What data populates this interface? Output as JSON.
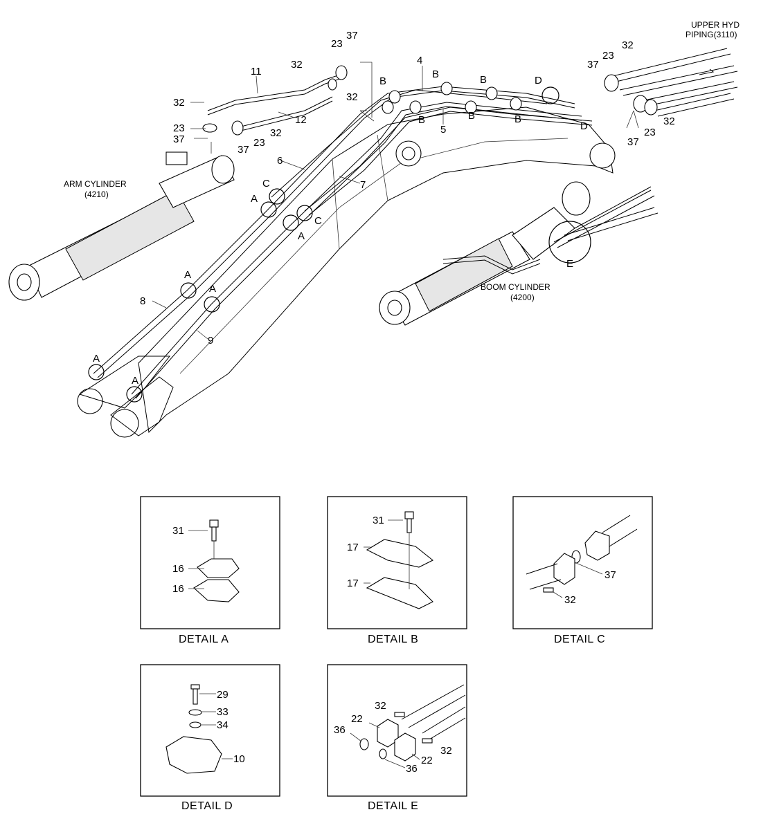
{
  "main_labels": {
    "arm_cylinder_title": "ARM CYLINDER",
    "arm_cylinder_code": "(4210)",
    "boom_cylinder_title": "BOOM CYLINDER",
    "boom_cylinder_code": "(4200)",
    "upper_hyd_title": "UPPER HYD",
    "upper_hyd_code": "PIPING(3110)"
  },
  "part_numbers": {
    "p4": "4",
    "p5": "5",
    "p6": "6",
    "p7": "7",
    "p8": "8",
    "p9": "9",
    "p11": "11",
    "p12": "12",
    "p23": "23",
    "p32": "32",
    "p37": "37"
  },
  "detail_markers": {
    "a": "A",
    "b": "B",
    "c": "C",
    "d": "D",
    "e": "E"
  },
  "details": [
    {
      "caption": "DETAIL  A",
      "callouts": [
        "31",
        "16",
        "16"
      ]
    },
    {
      "caption": "DETAIL  B",
      "callouts": [
        "31",
        "17",
        "17"
      ]
    },
    {
      "caption": "DETAIL  C",
      "callouts": [
        "37",
        "32"
      ]
    },
    {
      "caption": "DETAIL  D",
      "callouts": [
        "29",
        "33",
        "34",
        "10"
      ]
    },
    {
      "caption": "DETAIL  E",
      "callouts": [
        "32",
        "22",
        "36",
        "22",
        "36",
        "32"
      ]
    }
  ]
}
